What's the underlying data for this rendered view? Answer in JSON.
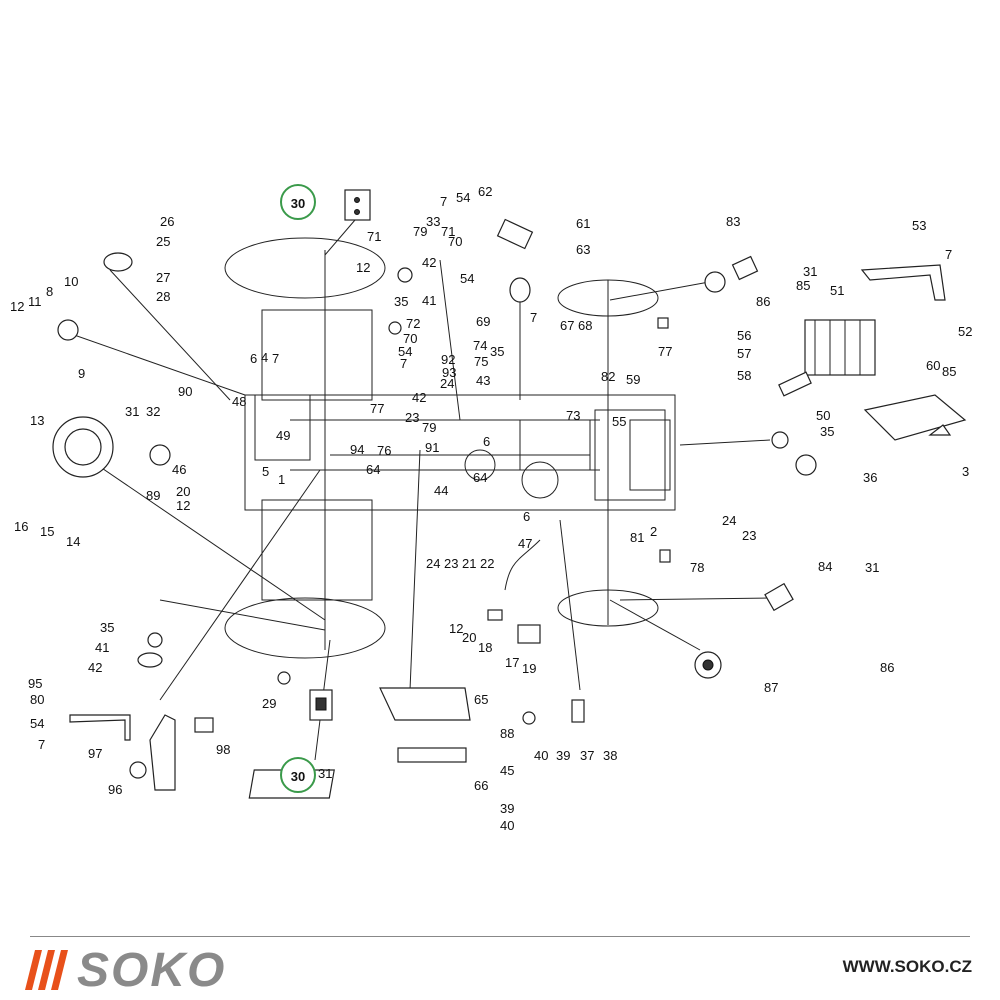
{
  "brand": {
    "bars_color": "#e8501a",
    "name": "SOKO",
    "url": "WWW.SOKO.CZ"
  },
  "callouts": [
    "30",
    "30"
  ],
  "callout_color": "#3a9a4a",
  "part_numbers": [
    "1",
    "2",
    "3",
    "4",
    "5",
    "6",
    "6",
    "6",
    "7",
    "7",
    "7",
    "7",
    "7",
    "7",
    "8",
    "9",
    "10",
    "11",
    "12",
    "12",
    "12",
    "12",
    "13",
    "14",
    "15",
    "16",
    "17",
    "18",
    "19",
    "20",
    "20",
    "21",
    "22",
    "23",
    "23",
    "23",
    "24",
    "24",
    "24",
    "25",
    "26",
    "27",
    "28",
    "29",
    "31",
    "31",
    "31",
    "31",
    "32",
    "33",
    "35",
    "35",
    "35",
    "35",
    "36",
    "37",
    "38",
    "39",
    "39",
    "40",
    "40",
    "41",
    "41",
    "42",
    "42",
    "42",
    "43",
    "44",
    "45",
    "46",
    "47",
    "48",
    "49",
    "50",
    "51",
    "52",
    "53",
    "54",
    "54",
    "54",
    "54",
    "55",
    "56",
    "57",
    "58",
    "59",
    "60",
    "61",
    "62",
    "63",
    "64",
    "64",
    "65",
    "66",
    "67",
    "68",
    "69",
    "70",
    "70",
    "71",
    "71",
    "72",
    "73",
    "74",
    "75",
    "76",
    "77",
    "77",
    "78",
    "79",
    "79",
    "80",
    "81",
    "82",
    "83",
    "84",
    "85",
    "85",
    "86",
    "86",
    "87",
    "88",
    "89",
    "90",
    "91",
    "92",
    "93",
    "94",
    "95",
    "96",
    "97",
    "98"
  ]
}
